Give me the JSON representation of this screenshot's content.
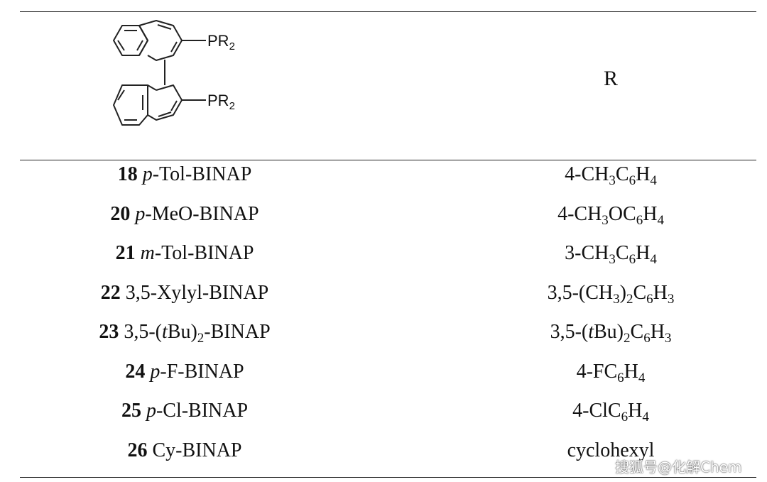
{
  "header": {
    "substituent_label": "PR",
    "substituent_sub": "2",
    "r_column": "R"
  },
  "rows": [
    {
      "ligand": [
        {
          "t": "18",
          "s": "b"
        },
        {
          "t": " ",
          "s": ""
        },
        {
          "t": "p",
          "s": "i"
        },
        {
          "t": "-Tol-BINAP",
          "s": ""
        }
      ],
      "r": [
        {
          "t": "4-CH",
          "s": ""
        },
        {
          "t": "3",
          "s": "sub"
        },
        {
          "t": "C",
          "s": ""
        },
        {
          "t": "6",
          "s": "sub"
        },
        {
          "t": "H",
          "s": ""
        },
        {
          "t": "4",
          "s": "sub"
        }
      ]
    },
    {
      "ligand": [
        {
          "t": "20",
          "s": "b"
        },
        {
          "t": " ",
          "s": ""
        },
        {
          "t": "p",
          "s": "i"
        },
        {
          "t": "-MeO-BINAP",
          "s": ""
        }
      ],
      "r": [
        {
          "t": "4-CH",
          "s": ""
        },
        {
          "t": "3",
          "s": "sub"
        },
        {
          "t": "OC",
          "s": ""
        },
        {
          "t": "6",
          "s": "sub"
        },
        {
          "t": "H",
          "s": ""
        },
        {
          "t": "4",
          "s": "sub"
        }
      ]
    },
    {
      "ligand": [
        {
          "t": "21",
          "s": "b"
        },
        {
          "t": " ",
          "s": ""
        },
        {
          "t": "m",
          "s": "i"
        },
        {
          "t": "-Tol-BINAP",
          "s": ""
        }
      ],
      "r": [
        {
          "t": "3-CH",
          "s": ""
        },
        {
          "t": "3",
          "s": "sub"
        },
        {
          "t": "C",
          "s": ""
        },
        {
          "t": "6",
          "s": "sub"
        },
        {
          "t": "H",
          "s": ""
        },
        {
          "t": "4",
          "s": "sub"
        }
      ]
    },
    {
      "ligand": [
        {
          "t": "22",
          "s": "b"
        },
        {
          "t": " 3,5-Xylyl-BINAP",
          "s": ""
        }
      ],
      "r": [
        {
          "t": "3,5-(CH",
          "s": ""
        },
        {
          "t": "3",
          "s": "sub"
        },
        {
          "t": ")",
          "s": ""
        },
        {
          "t": "2",
          "s": "sub"
        },
        {
          "t": "C",
          "s": ""
        },
        {
          "t": "6",
          "s": "sub"
        },
        {
          "t": "H",
          "s": ""
        },
        {
          "t": "3",
          "s": "sub"
        }
      ]
    },
    {
      "ligand": [
        {
          "t": "23",
          "s": "b"
        },
        {
          "t": " 3,5-(",
          "s": ""
        },
        {
          "t": "t",
          "s": "i"
        },
        {
          "t": "Bu)",
          "s": ""
        },
        {
          "t": "2",
          "s": "sub"
        },
        {
          "t": "-BINAP",
          "s": ""
        }
      ],
      "r": [
        {
          "t": "3,5-(",
          "s": ""
        },
        {
          "t": "t",
          "s": "i"
        },
        {
          "t": "Bu)",
          "s": ""
        },
        {
          "t": "2",
          "s": "sub"
        },
        {
          "t": "C",
          "s": ""
        },
        {
          "t": "6",
          "s": "sub"
        },
        {
          "t": "H",
          "s": ""
        },
        {
          "t": "3",
          "s": "sub"
        }
      ]
    },
    {
      "ligand": [
        {
          "t": "24",
          "s": "b"
        },
        {
          "t": " ",
          "s": ""
        },
        {
          "t": "p",
          "s": "i"
        },
        {
          "t": "-F-BINAP",
          "s": ""
        }
      ],
      "r": [
        {
          "t": "4-FC",
          "s": ""
        },
        {
          "t": "6",
          "s": "sub"
        },
        {
          "t": "H",
          "s": ""
        },
        {
          "t": "4",
          "s": "sub"
        }
      ]
    },
    {
      "ligand": [
        {
          "t": "25",
          "s": "b"
        },
        {
          "t": " ",
          "s": ""
        },
        {
          "t": "p",
          "s": "i"
        },
        {
          "t": "-Cl-BINAP",
          "s": ""
        }
      ],
      "r": [
        {
          "t": "4-ClC",
          "s": ""
        },
        {
          "t": "6",
          "s": "sub"
        },
        {
          "t": "H",
          "s": ""
        },
        {
          "t": "4",
          "s": "sub"
        }
      ]
    },
    {
      "ligand": [
        {
          "t": "26",
          "s": "b"
        },
        {
          "t": " Cy-BINAP",
          "s": ""
        }
      ],
      "r": [
        {
          "t": "cyclohexyl",
          "s": ""
        }
      ]
    }
  ],
  "watermark": "搜狐号@化解Chem"
}
